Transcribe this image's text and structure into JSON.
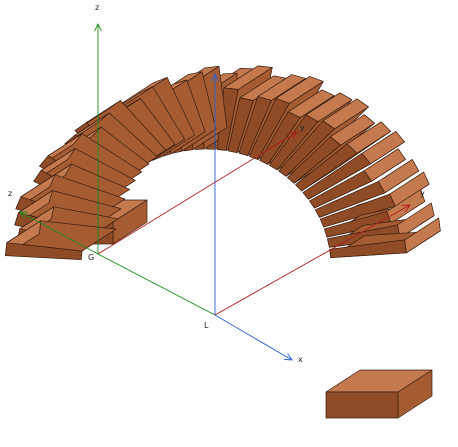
{
  "scene": {
    "colors": {
      "brick_top": "#c47a4e",
      "brick_side": "#a55c33",
      "brick_front": "#8f4a26",
      "mortar_edge": "#3a1e0e",
      "axis_green": "#1a8c1a",
      "axis_blue": "#2a5fd6",
      "axis_red": "#b01c1c",
      "label": "#222222"
    },
    "axes": {
      "global": {
        "origin_label": "G",
        "z_label": "z",
        "z_side_label": "z"
      },
      "local": {
        "origin_label": "L",
        "x_label": "x",
        "y_label": "y",
        "y_upper_label": "y"
      }
    }
  }
}
